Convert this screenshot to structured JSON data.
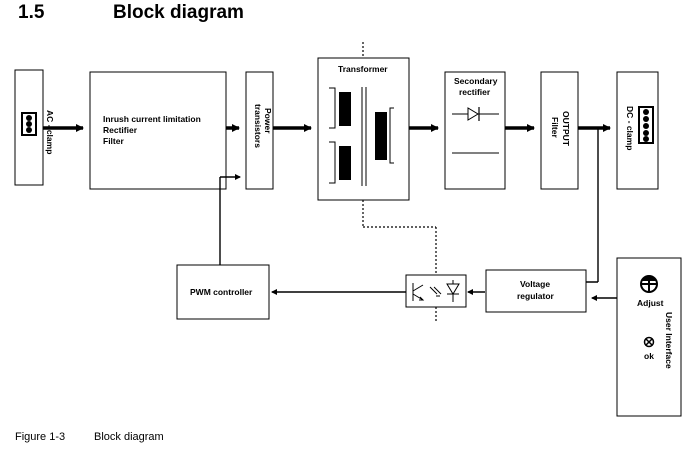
{
  "heading": {
    "number": "1.5",
    "title": "Block diagram"
  },
  "blocks": {
    "ac_clamp": "AC - clamp",
    "inrush": [
      "Inrush current limitation",
      "Rectifier",
      "Filter"
    ],
    "power_transistors": [
      "Power",
      "transistors"
    ],
    "transformer": "Transformer",
    "secondary_rectifier": [
      "Secondary",
      "rectifier"
    ],
    "output_filter": [
      "OUTPUT",
      "Filter"
    ],
    "dc_clamp": "DC - clamp",
    "pwm_controller": "PWM controller",
    "voltage_regulator": [
      "Voltage",
      "regulator"
    ],
    "user_interface": {
      "title": "User Interface",
      "adjust": "Adjust",
      "ok": "ok"
    }
  },
  "caption": {
    "number": "Figure 1-3",
    "title": "Block diagram"
  }
}
